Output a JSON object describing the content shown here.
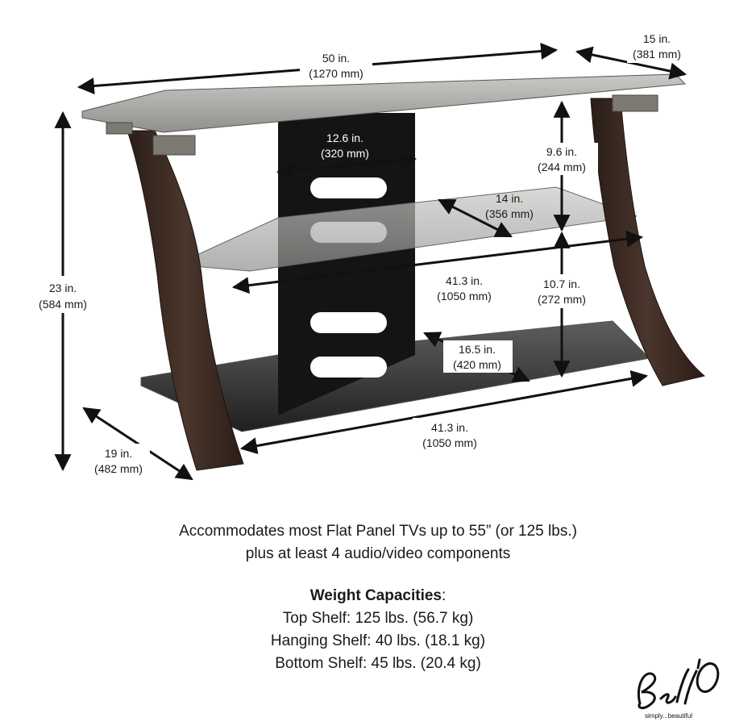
{
  "dimensions": {
    "width": {
      "in": "50 in.",
      "mm": "(1270 mm)"
    },
    "depth_top": {
      "in": "15 in.",
      "mm": "(381 mm)"
    },
    "height": {
      "in": "23 in.",
      "mm": "(584 mm)"
    },
    "depth_base": {
      "in": "19 in.",
      "mm": "(482 mm)"
    },
    "panel_width": {
      "in": "12.6 in.",
      "mm": "(320 mm)"
    },
    "top_clearance": {
      "in": "9.6 in.",
      "mm": "(244 mm)"
    },
    "hanging_shelf_depth": {
      "in": "14 in.",
      "mm": "(356 mm)"
    },
    "hanging_shelf_width": {
      "in": "41.3 in.",
      "mm": "(1050 mm)"
    },
    "middle_clearance": {
      "in": "10.7 in.",
      "mm": "(272 mm)"
    },
    "bottom_shelf_depth": {
      "in": "16.5 in.",
      "mm": "(420 mm)"
    },
    "bottom_shelf_width": {
      "in": "41.3 in.",
      "mm": "(1050 mm)"
    }
  },
  "accommodates": {
    "line1": "Accommodates most Flat Panel TVs up to 55” (or 125 lbs.)",
    "line2": "plus at least 4 audio/video components"
  },
  "capacities": {
    "title": "Weight Capacities",
    "title_suffix": ":",
    "top": "Top Shelf: 125 lbs. (56.7 kg)",
    "hanging": "Hanging Shelf: 40 lbs. (18.1 kg)",
    "bottom": "Bottom Shelf: 45 lbs. (20.4 kg)"
  },
  "brand": {
    "logo_text": "Bell'O",
    "tagline": "simply...beautiful"
  },
  "colors": {
    "wood": "#3b2a22",
    "glass": "#a9a9a6",
    "panel": "#141414",
    "arrow": "#111111"
  }
}
